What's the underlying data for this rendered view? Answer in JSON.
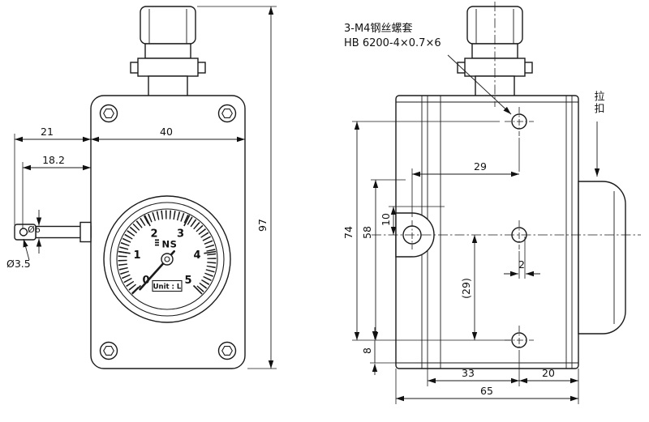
{
  "drawing": {
    "front_view": {
      "dims": {
        "width_probe": "21",
        "width_probe_inner": "18.2",
        "body_width": "40",
        "body_height": "97",
        "hole_dia": "Ø3.5",
        "rod_dia": "Ø6"
      },
      "dial": {
        "numbers": [
          "0",
          "1",
          "2",
          "3",
          "4",
          "5"
        ],
        "logo": "NS",
        "unit_label": "Unit : L"
      }
    },
    "side_view": {
      "dims": {
        "hole_span_v": "74",
        "mid_span_v": "58",
        "tab_offset": "10",
        "bottom_offset": "8",
        "hole_offset_h": "29",
        "mid_offset": "2",
        "ref_span": "(29)",
        "bottom_left": "33",
        "bottom_right": "20",
        "total_depth": "65"
      },
      "annotations": {
        "thread_insert_line1": "3-M4钢丝螺套",
        "thread_insert_line2": "HB 6200-4×0.7×6",
        "pull_buckle": "拉扣"
      }
    }
  }
}
